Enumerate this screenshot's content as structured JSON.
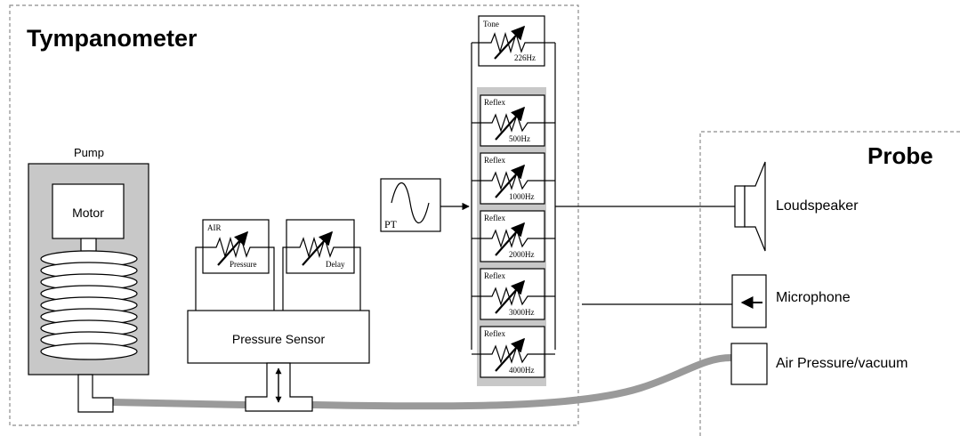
{
  "tympanometer": {
    "title": "Tympanometer"
  },
  "probe": {
    "title": "Probe",
    "loudspeaker": "Loudspeaker",
    "microphone": "Microphone",
    "air": "Air Pressure/vacuum"
  },
  "pump": {
    "label": "Pump",
    "motor": "Motor"
  },
  "pressure_sensor": {
    "label": "Pressure Sensor"
  },
  "air_control": {
    "top": "AIR",
    "bottom": "Pressure"
  },
  "delay_control": {
    "bottom": "Delay"
  },
  "pt": {
    "label": "PT"
  },
  "tone_control": {
    "top": "Tone",
    "bottom": "226Hz"
  },
  "reflex_controls": [
    {
      "top": "Reflex",
      "bottom": "500Hz"
    },
    {
      "top": "Reflex",
      "bottom": "1000Hz"
    },
    {
      "top": "Reflex",
      "bottom": "2000Hz"
    },
    {
      "top": "Reflex",
      "bottom": "3000Hz"
    },
    {
      "top": "Reflex",
      "bottom": "4000Hz"
    }
  ],
  "colors": {
    "tube": "#9a9a9a",
    "pump_body": "#c8c8c8",
    "border": "#8c8c8c"
  }
}
